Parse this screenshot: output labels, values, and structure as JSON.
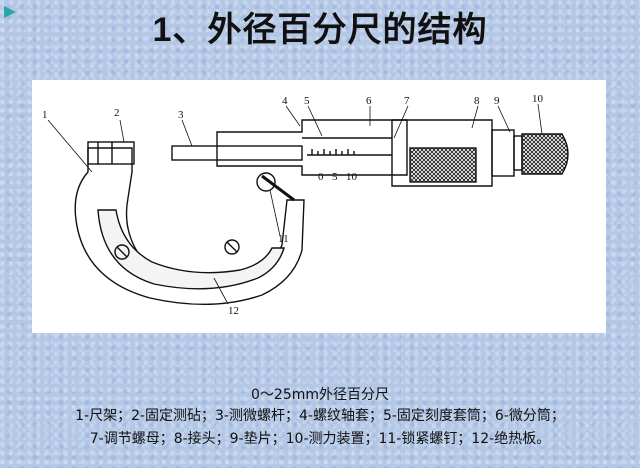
{
  "title": "1、外径百分尺的结构",
  "callouts": [
    "1",
    "2",
    "3",
    "4",
    "5",
    "6",
    "7",
    "8",
    "9",
    "10",
    "11",
    "12"
  ],
  "thimble_scale": [
    "0",
    "5",
    "10"
  ],
  "caption": {
    "title": "0～25mm外径百分尺",
    "legend_line_1": "1-尺架；2-固定测砧；3-测微螺杆；4-螺纹轴套；5-固定刻度套筒；6-微分筒；",
    "legend_line_2": "7-调节螺母；8-接头；9-垫片；10-测力装置；11-锁紧螺钉；12-绝热板。"
  },
  "colors": {
    "background": "#b4c8e6",
    "diagram_bg": "#ffffff",
    "ink": "#111111"
  }
}
